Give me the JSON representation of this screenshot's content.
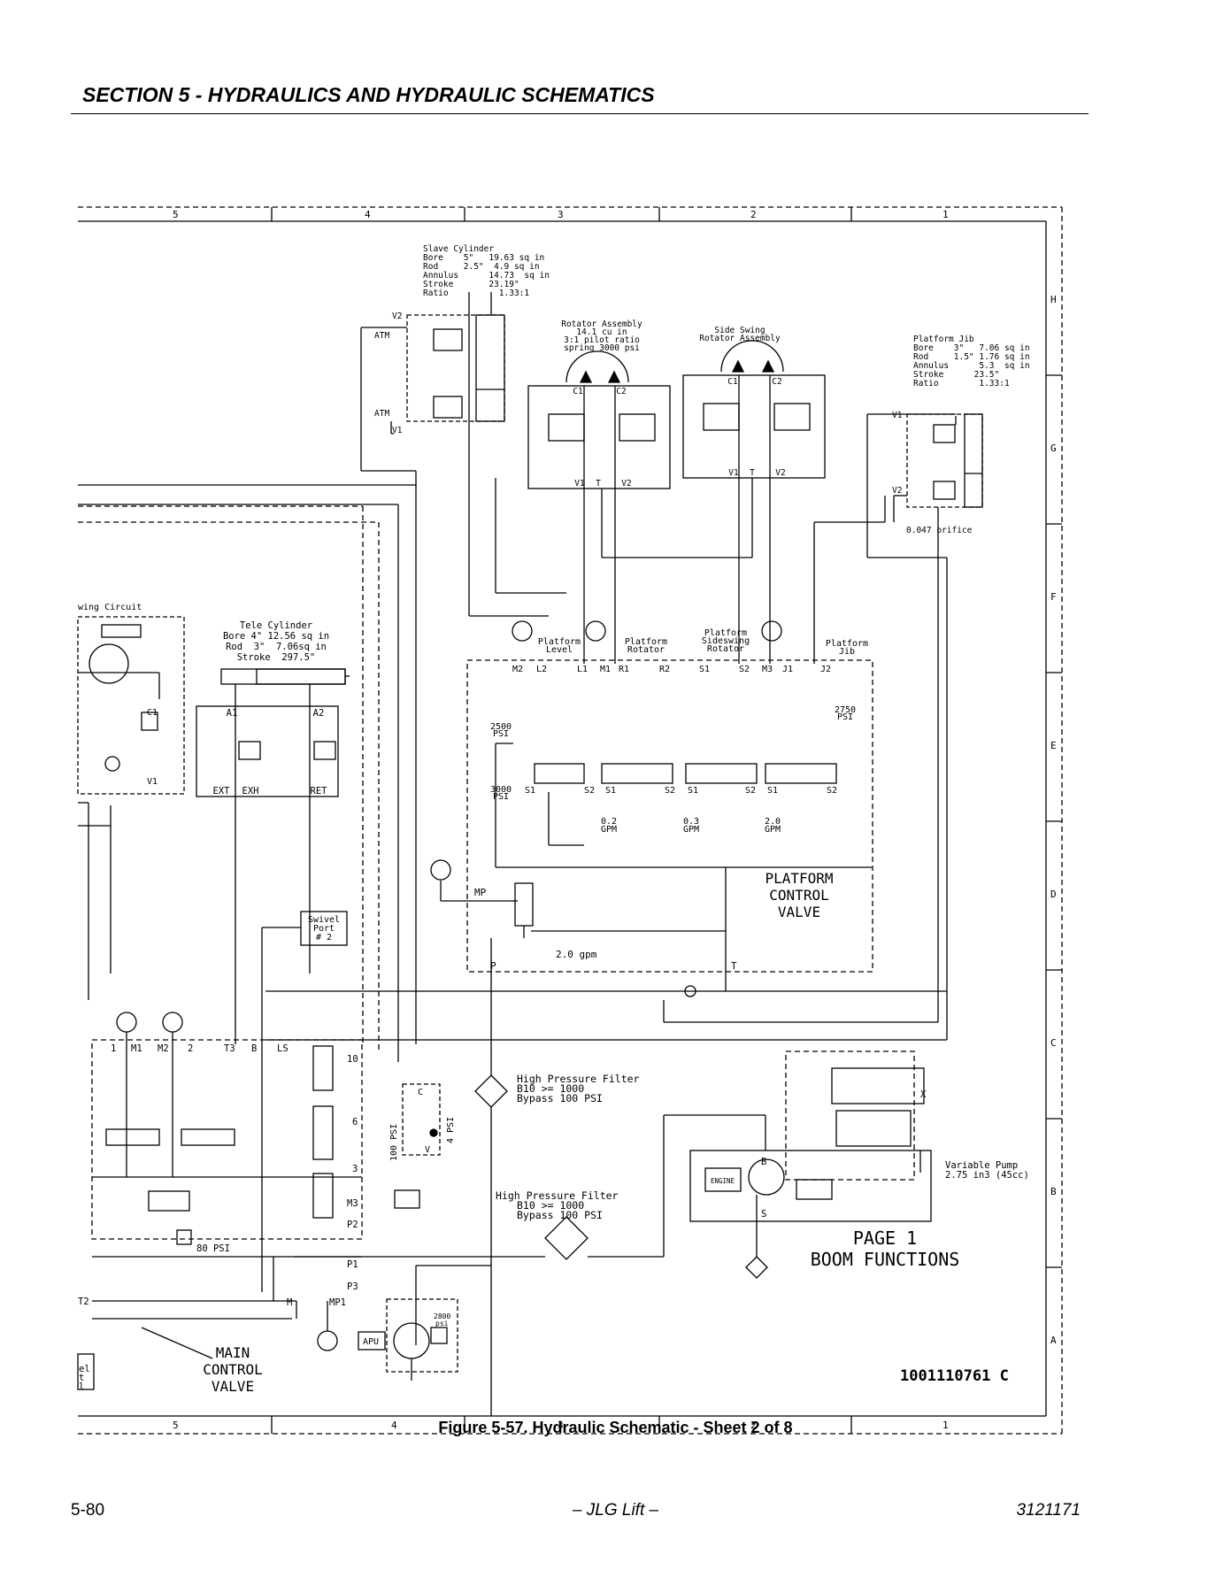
{
  "header": {
    "section_title": "SECTION 5 - HYDRAULICS AND HYDRAULIC SCHEMATICS"
  },
  "frame": {
    "columns": [
      "5",
      "4",
      "3",
      "2",
      "1"
    ],
    "rows": [
      "H",
      "G",
      "F",
      "E",
      "D",
      "C",
      "B",
      "A"
    ],
    "drawing_number": "1001110761 C"
  },
  "slave_cylinder": {
    "lines": [
      "Slave Cylinder",
      "Bore    5\"   19.63 sq in",
      "Rod     2.5\"  4.9 sq in",
      "Annulus      14.73  sq in",
      "Stroke       23.19\"",
      "Ratio          1.33:1"
    ],
    "v2": "V2",
    "atm1": "ATM",
    "atm2": "ATM",
    "v1": "V1"
  },
  "rotator": {
    "lines": [
      "Rotator Assembly",
      "14.1 cu in",
      "3:1 pilot ratio",
      "spring 3000 psi"
    ],
    "c1": "C1",
    "c2": "C2",
    "v1": "V1",
    "t": "T",
    "v2": "V2"
  },
  "side_swing": {
    "lines": [
      "Side Swing",
      "Rotator Assembly"
    ],
    "c1": "C1",
    "c2": "C2",
    "v1": "V1",
    "t": "T",
    "v2": "V2"
  },
  "platform_jib": {
    "lines": [
      "Platform Jib",
      "Bore    3\"   7.06 sq in",
      "Rod     1.5\" 1.76 sq in",
      "Annulus      5.3  sq in",
      "Stroke      23.5\"",
      "Ratio        1.33:1"
    ],
    "v1": "V1",
    "v2": "V2",
    "orifice": "0.047 orifice"
  },
  "swing_circuit": {
    "label": "wing Circuit",
    "c1": "C1",
    "v1": "V1"
  },
  "tele_cylinder": {
    "lines": [
      "Tele Cylinder",
      "Bore 4\" 12.56 sq in",
      "Rod  3\"  7.06sq in",
      "Stroke  297.5\""
    ],
    "a1": "A1",
    "a2": "A2",
    "ext": "EXT",
    "exh": "EXH",
    "ret": "RET"
  },
  "platform_valve": {
    "functions": [
      "Platform",
      "Level",
      "Platform",
      "Rotator",
      "Platform",
      "Sideswing",
      "Rotator",
      "Platform",
      "Jib"
    ],
    "ports": [
      "M2",
      "L2",
      "L1",
      "M1",
      "R1",
      "R2",
      "S1",
      "S2",
      "M3",
      "J1",
      "J2"
    ],
    "relief_2500": [
      "2500",
      "PSI"
    ],
    "relief_3000": [
      "3000",
      "PSI"
    ],
    "relief_2750": [
      "2750",
      "PSI"
    ],
    "spool_ports": [
      "S1",
      "S2"
    ],
    "flows": [
      [
        "0.2",
        "GPM"
      ],
      [
        "0.3",
        "GPM"
      ],
      [
        "2.0",
        "GPM"
      ]
    ],
    "title": [
      "PLATFORM",
      "CONTROL",
      "VALVE"
    ],
    "mp": "MP",
    "p": "P",
    "t": "T",
    "gpm": "2.0 gpm"
  },
  "swivel": [
    "Swivel",
    "Port",
    "# 2"
  ],
  "main_valve": {
    "ports": [
      "1",
      "M1",
      "M2",
      "2",
      "T3",
      "B",
      "LS"
    ],
    "sections": [
      "10",
      "6",
      "3"
    ],
    "lower_ports": [
      "M3",
      "P2",
      "P1",
      "P3",
      "M",
      "MP1",
      "T2"
    ],
    "relief_80": "80 PSI",
    "title": [
      "MAIN",
      "CONTROL",
      "VALVE"
    ],
    "partial": [
      "el",
      "t",
      "l"
    ]
  },
  "shuttle": {
    "c": "C",
    "v": "V",
    "psi100": "100 PSI",
    "psi4": "4 PSI"
  },
  "filter1": [
    "High Pressure Filter",
    "B10 >= 1000",
    "Bypass 100 PSI"
  ],
  "filter2": [
    "High Pressure Filter",
    "B10 >= 1000",
    "Bypass 100 PSI"
  ],
  "pump": {
    "label": [
      "Variable Pump",
      "2.75 in3 (45cc)"
    ],
    "engine": "ENGINE",
    "b": "B",
    "s": "S",
    "x": "X",
    "page_ref": [
      "PAGE 1",
      "BOOM FUNCTIONS"
    ]
  },
  "apu": {
    "label": "APU",
    "psi": [
      "2800",
      "psi"
    ]
  },
  "caption": "Figure 5-57.  Hydraulic Schematic - Sheet 2 of 8",
  "footer": {
    "page": "5-80",
    "center": "– JLG Lift –",
    "doc": "3121171"
  }
}
